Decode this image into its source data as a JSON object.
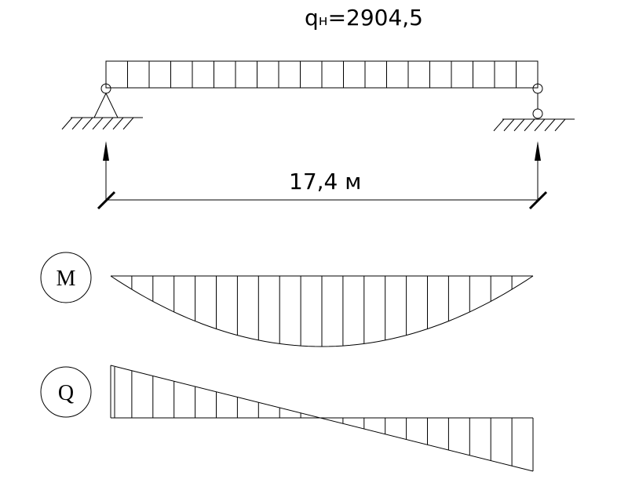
{
  "load": {
    "label_symbol": "q",
    "label_subscript": "н",
    "label_value": "=2904,5",
    "hatch_count": 20
  },
  "span": {
    "label": "17,4 м"
  },
  "moment_diagram": {
    "label": "M",
    "ordinate_count": 20
  },
  "shear_diagram": {
    "label": "Q",
    "ordinate_count": 20
  }
}
